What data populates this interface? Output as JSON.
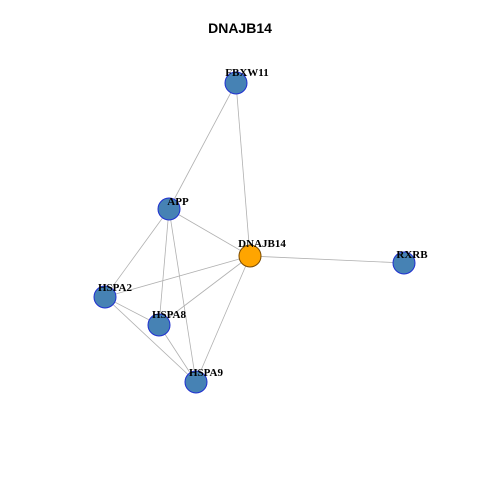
{
  "title": "DNAJB14",
  "colors": {
    "hub_fill": "#FFA500",
    "hub_stroke": "#7a4a00",
    "node_fill": "#4682B4",
    "node_stroke": "#1f2fd0",
    "edge": "#b0b0b0"
  },
  "nodes": [
    {
      "id": "FBXW11",
      "label": "FBXW11",
      "hub": false
    },
    {
      "id": "APP",
      "label": "APP",
      "hub": false
    },
    {
      "id": "DNAJB14",
      "label": "DNAJB14",
      "hub": true
    },
    {
      "id": "RXRB",
      "label": "RXRB",
      "hub": false
    },
    {
      "id": "HSPA2",
      "label": "HSPA2",
      "hub": false
    },
    {
      "id": "HSPA8",
      "label": "HSPA8",
      "hub": false
    },
    {
      "id": "HSPA9",
      "label": "HSPA9",
      "hub": false
    }
  ],
  "edges": [
    [
      "FBXW11",
      "APP"
    ],
    [
      "FBXW11",
      "DNAJB14"
    ],
    [
      "APP",
      "DNAJB14"
    ],
    [
      "APP",
      "HSPA2"
    ],
    [
      "APP",
      "HSPA8"
    ],
    [
      "APP",
      "HSPA9"
    ],
    [
      "DNAJB14",
      "RXRB"
    ],
    [
      "DNAJB14",
      "HSPA2"
    ],
    [
      "DNAJB14",
      "HSPA8"
    ],
    [
      "DNAJB14",
      "HSPA9"
    ],
    [
      "HSPA2",
      "HSPA8"
    ],
    [
      "HSPA2",
      "HSPA9"
    ],
    [
      "HSPA8",
      "HSPA9"
    ]
  ]
}
